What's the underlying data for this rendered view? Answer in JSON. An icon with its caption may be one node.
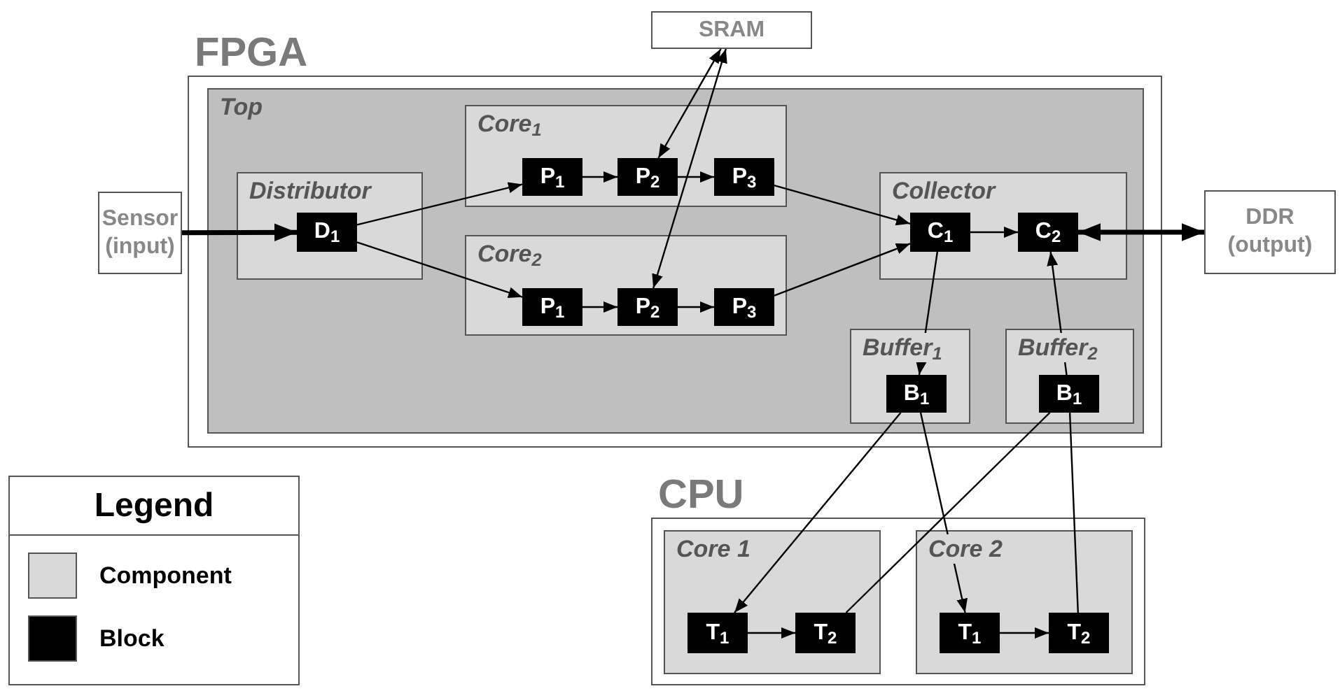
{
  "diagram": {
    "nodes": [
      {
        "text": [
          "FPGA"
        ]
      },
      {
        "text": [
          "Top"
        ],
        "in": 0
      },
      {
        "text": [
          "Distributor"
        ],
        "in": 1
      },
      {
        "text": [
          "D$_{1}$"
        ],
        "in": 2
      },
      {
        "text": [
          "Core$_{1}$"
        ],
        "in": 1
      },
      {
        "text": [
          "P$_{1}$"
        ],
        "in": 4
      },
      {
        "text": [
          "P$_{2}$"
        ],
        "in": 4
      },
      {
        "text": [
          "P$_{3}$"
        ],
        "in": 4
      },
      {
        "text": [
          "Core$_{2}$"
        ],
        "in": 1
      },
      {
        "text": [
          "P$_{1}$"
        ],
        "in": 8
      },
      {
        "text": [
          "P$_{2}$"
        ],
        "in": 8
      },
      {
        "text": [
          "P$_{3}$"
        ],
        "in": 8
      },
      {
        "text": [
          "Collector"
        ],
        "in": 1
      },
      {
        "text": [
          "C$_{1}$"
        ],
        "in": 12
      },
      {
        "text": [
          "C$_{2}$"
        ],
        "in": 12
      },
      {
        "text": [
          "Buffer$_{1}$"
        ],
        "in": 1
      },
      {
        "text": [
          "B$_{1}$"
        ],
        "in": 15
      },
      {
        "text": [
          "Buffer$_{2}$"
        ],
        "in": 1
      },
      {
        "text": [
          "B$_{1}$"
        ],
        "in": 17
      },
      {
        "text": [
          "SRAM"
        ]
      },
      {
        "text": [
          "Sensor (input)"
        ]
      },
      {
        "text": [
          "DDR (output)"
        ]
      },
      {
        "text": [
          "CPU"
        ]
      },
      {
        "text": [
          "Core 1"
        ],
        "in": 22
      },
      {
        "text": [
          "T$_{1}$"
        ],
        "in": 23
      },
      {
        "text": [
          "T$_{2}$"
        ],
        "in": 23
      },
      {
        "text": [
          "Core 2"
        ],
        "in": 22
      },
      {
        "text": [
          "T$_{1}$"
        ],
        "in": 26
      },
      {
        "text": [
          "T$_{2}$"
        ],
        "in": 26
      }
    ],
    "edges": [
      {
        "from": 20,
        "to": 3,
        "arrow": "to",
        "style": "thick"
      },
      {
        "from": 3,
        "to": 5,
        "arrow": "to"
      },
      {
        "from": 3,
        "to": 9,
        "arrow": "to"
      },
      {
        "from": 5,
        "to": 6,
        "arrow": "to"
      },
      {
        "from": 6,
        "to": 7,
        "arrow": "to"
      },
      {
        "from": 9,
        "to": 10,
        "arrow": "to"
      },
      {
        "from": 10,
        "to": 11,
        "arrow": "to"
      },
      {
        "from": 19,
        "to": 6,
        "arrow": "both"
      },
      {
        "from": 19,
        "to": 10,
        "arrow": "both"
      },
      {
        "from": 7,
        "to": 13,
        "arrow": "to"
      },
      {
        "from": 11,
        "to": 13,
        "arrow": "to"
      },
      {
        "from": 13,
        "to": 14,
        "arrow": "to"
      },
      {
        "from": 14,
        "to": 21,
        "arrow": "both",
        "style": "thick"
      },
      {
        "from": 13,
        "to": 16,
        "arrow": "to"
      },
      {
        "from": 18,
        "to": 14,
        "arrow": "to"
      },
      {
        "from": 16,
        "to": 24,
        "arrow": "to"
      },
      {
        "from": 16,
        "to": 27,
        "arrow": "to"
      },
      {
        "from": 25,
        "to": 18,
        "arrow": "none"
      },
      {
        "from": 28,
        "to": 18,
        "arrow": "none"
      },
      {
        "from": 24,
        "to": 25,
        "arrow": "to"
      },
      {
        "from": 27,
        "to": 28,
        "arrow": "to"
      }
    ],
    "labels": [
      "Legend"
    ],
    "legend": [
      {
        "text": "Component",
        "color": "#d9d9d9"
      },
      {
        "text": "Block",
        "color": "#000000"
      }
    ]
  }
}
